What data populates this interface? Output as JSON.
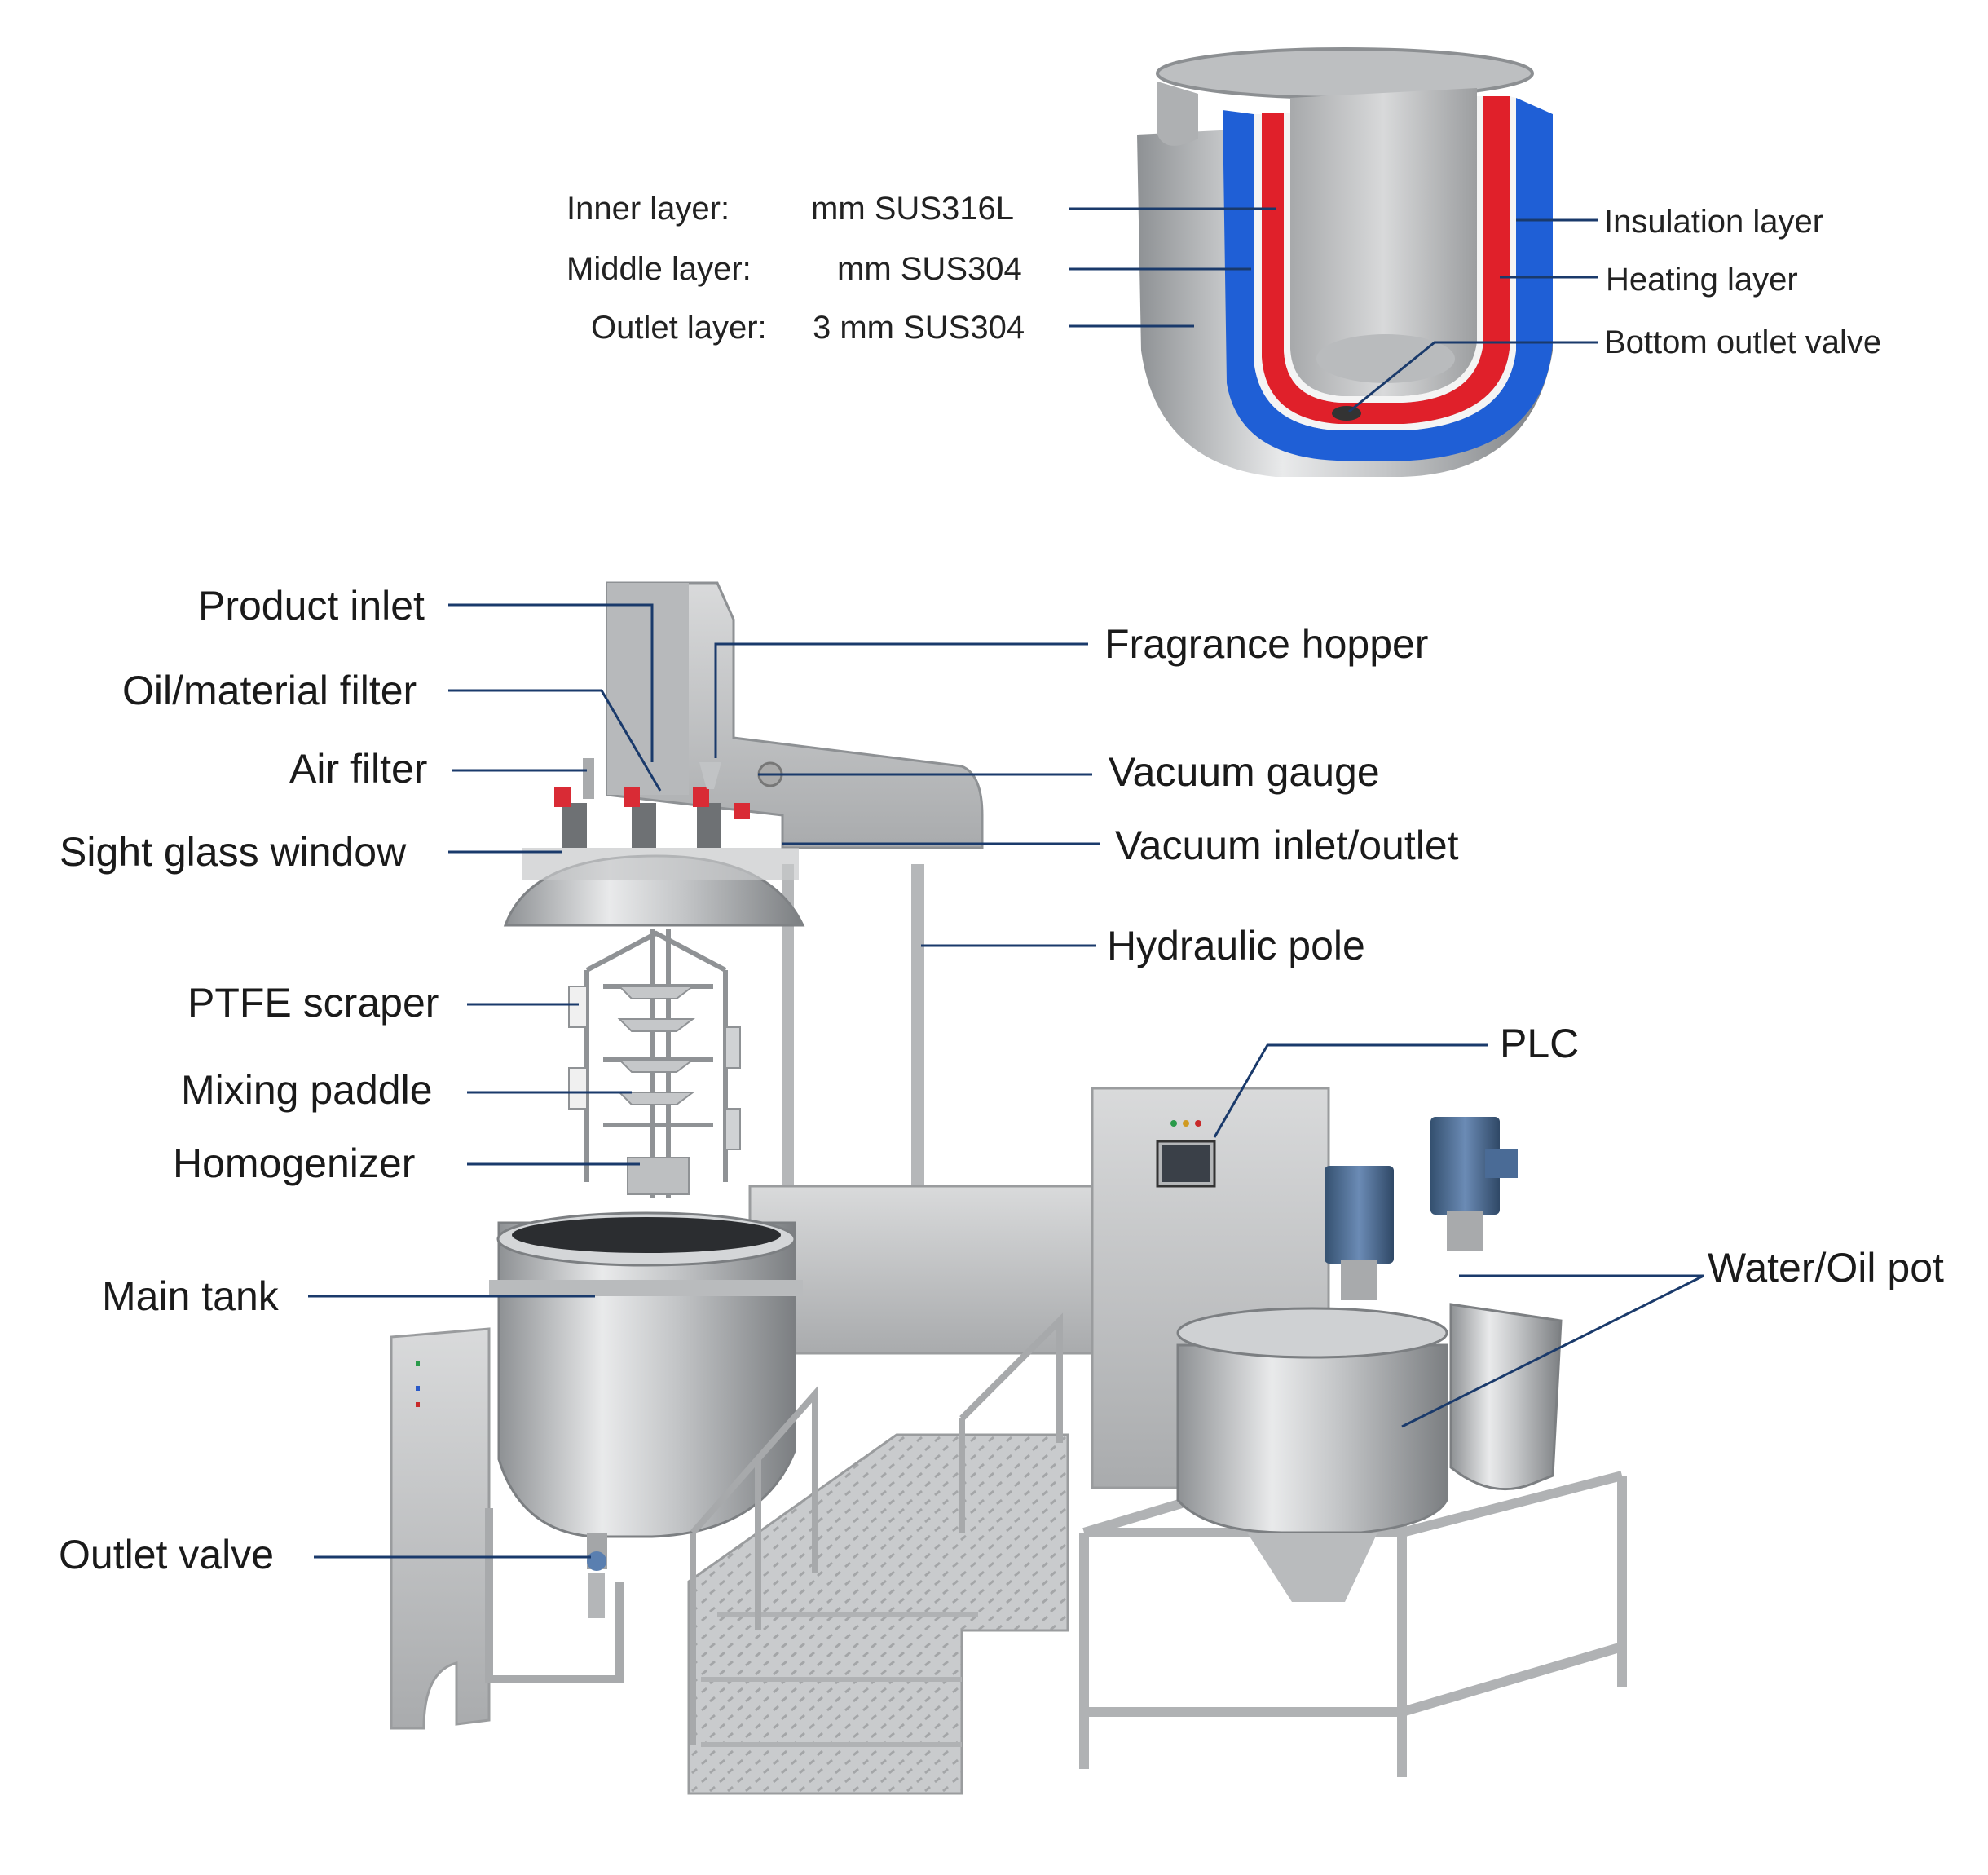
{
  "tank_section": {
    "layers": {
      "inner": {
        "name": "Inner layer:",
        "spec": "mm SUS316L"
      },
      "middle": {
        "name": "Middle layer:",
        "spec": "mm SUS304"
      },
      "outlet": {
        "name": "Outlet layer:",
        "spec": "3 mm SUS304"
      }
    },
    "right_labels": {
      "insulation": "Insulation layer",
      "heating": "Heating layer",
      "bottom_valve": "Bottom outlet valve"
    }
  },
  "machine": {
    "left_labels": {
      "product_inlet": "Product inlet",
      "oil_filter": "Oil/material filter",
      "air_filter": "Air filter",
      "sight_glass": "Sight glass window",
      "ptfe_scraper": "PTFE scraper",
      "mixing_paddle": "Mixing paddle",
      "homogenizer": "Homogenizer",
      "main_tank": "Main tank",
      "outlet_valve": "Outlet valve"
    },
    "right_labels": {
      "fragrance_hopper": "Fragrance hopper",
      "vacuum_gauge": "Vacuum gauge",
      "vacuum_io": "Vacuum inlet/outlet",
      "hydraulic_pole": "Hydraulic pole",
      "plc": "PLC",
      "water_oil_pot": "Water/Oil pot"
    }
  },
  "colors": {
    "steel": "#c8cacc",
    "insulation_blue": "#1f5fd6",
    "heating_red": "#e0202a",
    "leader_line": "#1a3a6b",
    "motor_blue": "#4a6b96"
  }
}
